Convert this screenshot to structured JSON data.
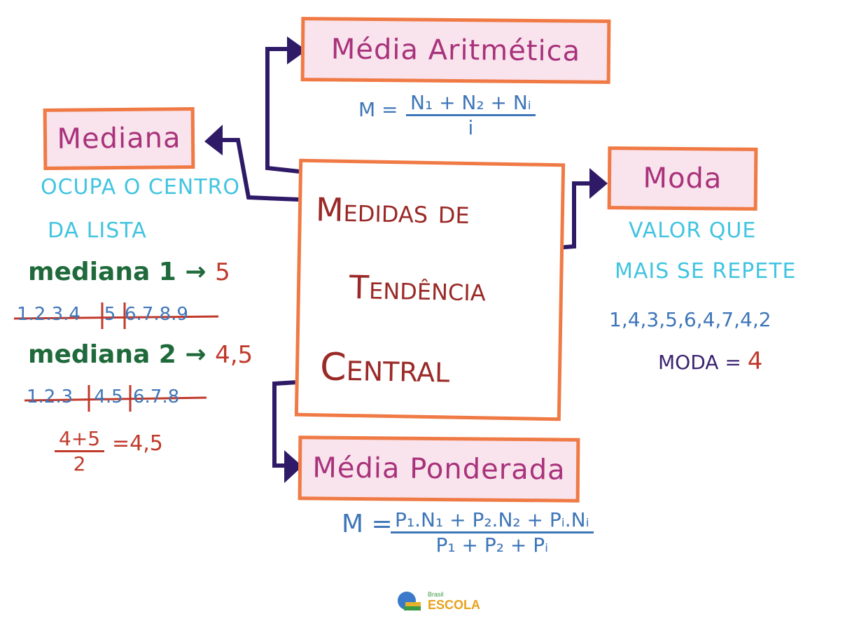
{
  "center": {
    "line1": "Medidas de",
    "line2": "Tendência",
    "line3": "Central"
  },
  "media_aritmetica": {
    "title": "Média Aritmética",
    "formula_lhs": "M =",
    "formula_num": "N₁ + N₂ + Nᵢ",
    "formula_den": "i"
  },
  "mediana": {
    "title": "Mediana",
    "desc_line1": "ocupa o centro",
    "desc_line2": "da lista",
    "ex1_label": "mediana 1 → ",
    "ex1_value": "5",
    "ex1_left": "1.2.3.4",
    "ex1_mid": "5",
    "ex1_right": "6.7.8.9",
    "ex2_label": "mediana 2 → ",
    "ex2_value": "4,5",
    "ex2_left": "1.2.3",
    "ex2_mid": "4.5",
    "ex2_right": "6.7.8",
    "calc_num": "4+5",
    "calc_den": "2",
    "calc_result": "=4,5"
  },
  "moda": {
    "title": "Moda",
    "desc_line1": "valor que",
    "desc_line2": "mais se repete",
    "list": "1,4,3,5,6,4,7,4,2",
    "result_label": "MODA = ",
    "result_value": "4"
  },
  "media_ponderada": {
    "title": "Média Ponderada",
    "formula_lhs": "M =",
    "formula_num": "P₁.N₁ + P₂.N₂ + Pᵢ.Nᵢ",
    "formula_den": "P₁ + P₂ + Pᵢ"
  },
  "logo": {
    "brand_small": "Brasil",
    "brand_main": "ESCOLA"
  },
  "colors": {
    "box_border": "#f07a45",
    "box_fill": "#f9e3ec",
    "title_text": "#a8337c",
    "center_text": "#9a2a28",
    "arrow": "#2e1a66",
    "cyan_text": "#42c4e0",
    "green_text": "#1f6a3a",
    "red_text": "#c0392b",
    "blue_text": "#3e76b8"
  }
}
